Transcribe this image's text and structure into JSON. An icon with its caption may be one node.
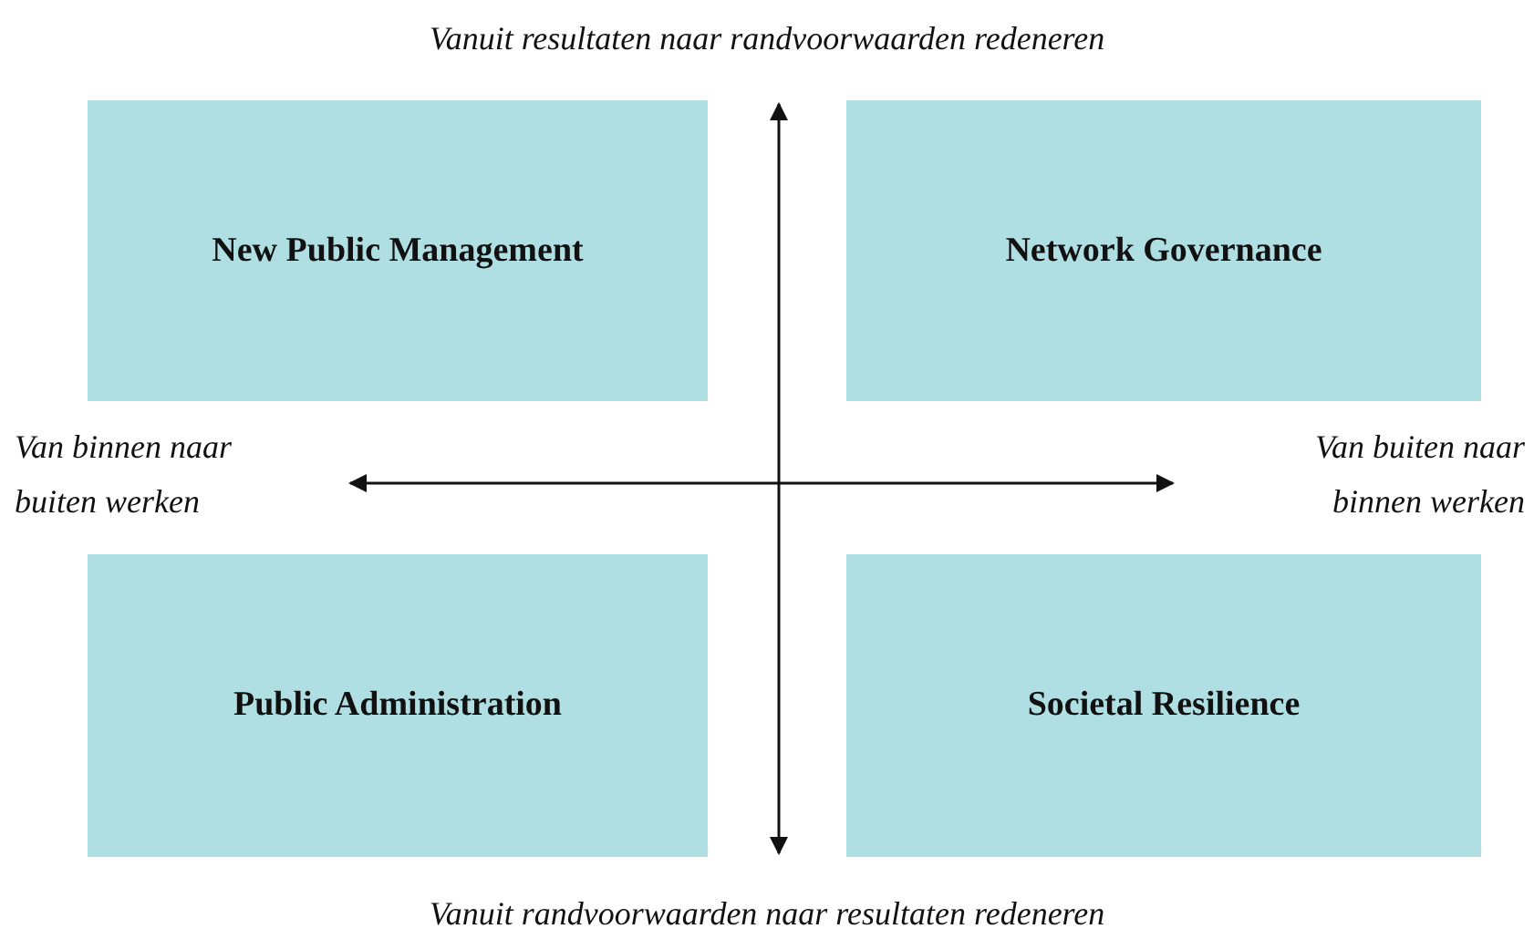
{
  "diagram": {
    "nodes": [
      {
        "text": [
          "New Public Management"
        ]
      },
      {
        "text": [
          "Network Governance"
        ]
      },
      {
        "text": [
          "Public Administration"
        ]
      },
      {
        "text": [
          "Societal Resilience"
        ]
      }
    ],
    "labels": [
      "Vanuit resultaten naar randvoorwaarden redeneren",
      "Van binnen naar buiten werken",
      "Van buiten naar binnen werken",
      "Vanuit randvoorwaarden naar resultaten redeneren"
    ]
  }
}
